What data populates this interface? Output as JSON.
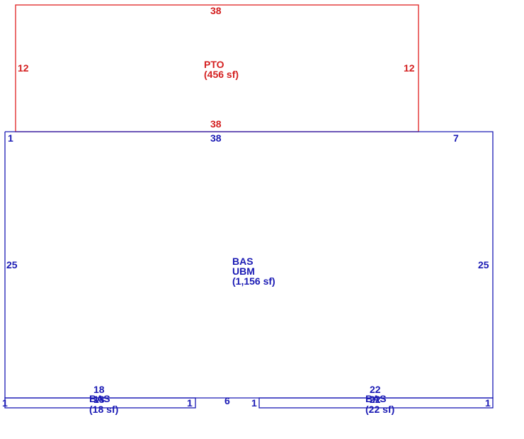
{
  "colors": {
    "pto": "#d42020",
    "bas": "#1a1ab4"
  },
  "areas": {
    "pto": {
      "code": "PTO",
      "area": "(456 sf)",
      "dims": {
        "top": "38",
        "bottom": "38",
        "left": "12",
        "right": "12"
      }
    },
    "bas_main": {
      "codes": [
        "BAS",
        "UBM"
      ],
      "area": "(1,156 sf)",
      "dims": {
        "top_left": "1",
        "top": "38",
        "top_right": "7",
        "left": "25",
        "right": "25",
        "gap": "6"
      }
    },
    "bas_left": {
      "code": "BAS",
      "overlap_code": "18",
      "area": "(18 sf)",
      "dims": {
        "top": "18",
        "left": "1",
        "right": "1"
      }
    },
    "bas_right": {
      "code": "BAS",
      "overlap_code": "22",
      "area": "(22 sf)",
      "dims": {
        "top": "22",
        "left": "1",
        "right": "1"
      }
    }
  }
}
